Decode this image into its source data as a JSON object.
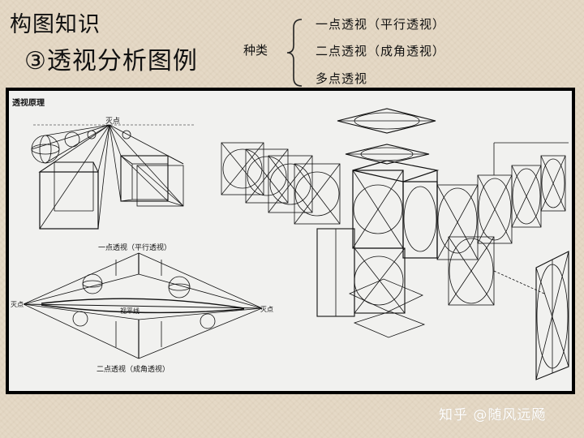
{
  "header": {
    "title_main": "构图知识",
    "title_sub": "③透视分析图例",
    "types_label": "种类",
    "types": [
      "一点透视（平行透视）",
      "二点透视（成角透视）",
      "多点透视"
    ]
  },
  "panel": {
    "heading": "透视原理",
    "vanishing_point": "灭点",
    "one_point_caption": "一点透视（平行透视）",
    "horizon_label": "视平线",
    "left_vp": "灭点",
    "right_vp": "灭点",
    "two_point_caption": "二点透视（成角透视）"
  },
  "watermark": "知乎 @随风远飏",
  "colors": {
    "background": "#e5d9c6",
    "panel_border": "#000000",
    "panel_fill": "#f1f1ef",
    "ink": "#111111"
  }
}
